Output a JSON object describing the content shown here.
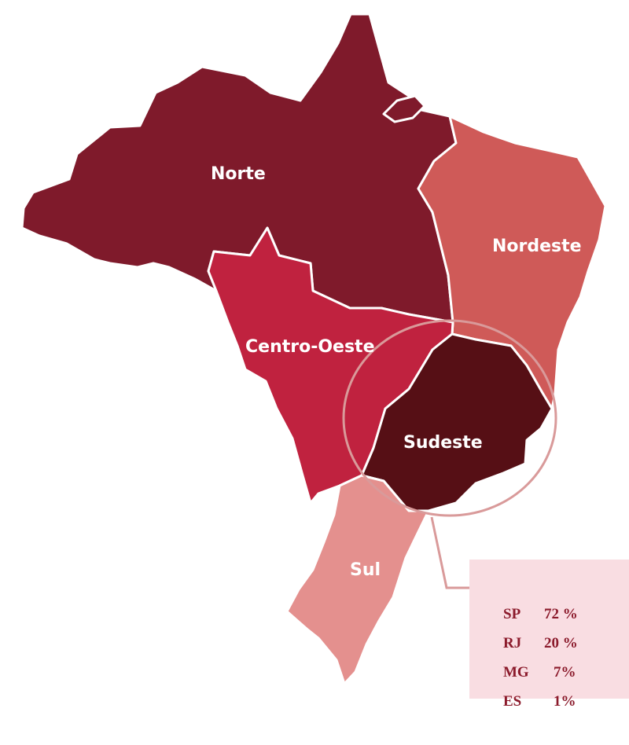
{
  "map": {
    "regions": [
      {
        "id": "norte",
        "label": "Norte",
        "color": "#7f1a2b"
      },
      {
        "id": "nordeste",
        "label": "Nordeste",
        "color": "#cf5a58"
      },
      {
        "id": "centro-oeste",
        "label": "Centro-Oeste",
        "color": "#c0223f"
      },
      {
        "id": "sudeste",
        "label": "Sudeste",
        "color": "#560f15"
      },
      {
        "id": "sul",
        "label": "Sul",
        "color": "#e4908e"
      }
    ],
    "highlight_color": "#d99a9a"
  },
  "legend": {
    "background": "#f9dde2",
    "text_color": "#8b1a2b",
    "rows": [
      {
        "state": "SP",
        "share": "72 %"
      },
      {
        "state": "RJ",
        "share": "20 %"
      },
      {
        "state": "MG",
        "share": "7%"
      },
      {
        "state": "ES",
        "share": "1%"
      }
    ]
  }
}
